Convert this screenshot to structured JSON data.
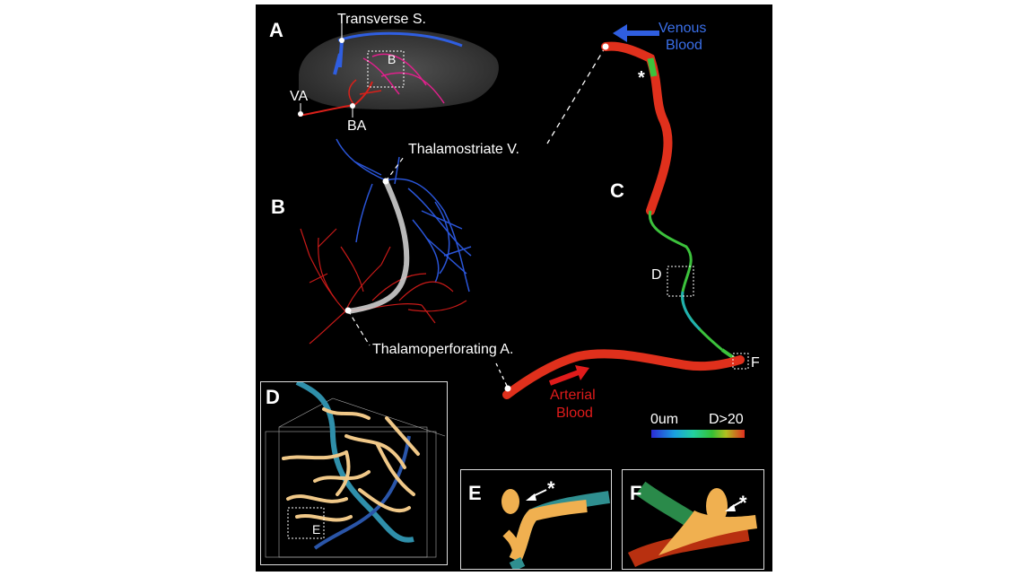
{
  "panels": {
    "a": {
      "letter": "A",
      "transverse_label": "Transverse S.",
      "va_label": "VA",
      "ba_label": "BA",
      "b_box_label": "B"
    },
    "b": {
      "letter": "B",
      "thalamostriate_label": "Thalamostriate V.",
      "thalamoperforating_label": "Thalamoperforating A."
    },
    "c": {
      "letter": "C",
      "venous_label_line1": "Venous",
      "venous_label_line2": "Blood",
      "arterial_label_line1": "Arterial",
      "arterial_label_line2": "Blood",
      "asterisk": "*",
      "d_box_label": "D",
      "f_box_label": "F"
    },
    "d": {
      "letter": "D",
      "e_box_label": "E"
    },
    "e": {
      "letter": "E",
      "asterisk": "*"
    },
    "f": {
      "letter": "F",
      "asterisk": "*"
    }
  },
  "colorbar": {
    "min_label": "0um",
    "max_label": "D>20",
    "stops": [
      "#2b2bd6",
      "#1aa0e0",
      "#22d0a0",
      "#35c035",
      "#b0c020",
      "#e03020"
    ]
  },
  "colors": {
    "venous": "#2a55d8",
    "arterial": "#d8201a",
    "vessel_red": "#e0301c",
    "vessel_green": "#3cc23c",
    "vessel_cream": "#f0c888"
  }
}
